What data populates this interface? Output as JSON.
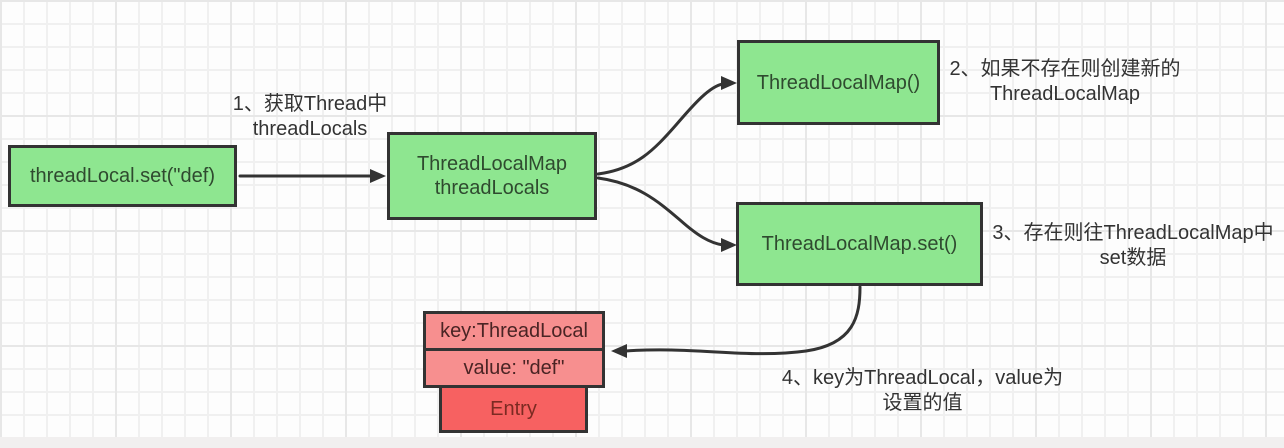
{
  "diagram": {
    "title": "ThreadLocal set flow diagram",
    "nodes": {
      "start": {
        "label": "threadLocal.set(\"def)"
      },
      "threadlocals": {
        "line1": "ThreadLocalMap",
        "line2": "threadLocals"
      },
      "newmap": {
        "label": "ThreadLocalMap()"
      },
      "mapset": {
        "label": "ThreadLocalMap.set()"
      },
      "entry_key": {
        "label": "key:ThreadLocal"
      },
      "entry_value": {
        "label": "value: \"def\""
      },
      "entry": {
        "label": "Entry"
      }
    },
    "annotations": {
      "step1": {
        "line1": "1、获取Thread中",
        "line2": "threadLocals"
      },
      "step2": {
        "line1": "2、如果不存在则创建新的",
        "line2": "ThreadLocalMap"
      },
      "step3": {
        "line1": "3、存在则往ThreadLocalMap中",
        "line2": "set数据"
      },
      "step4": {
        "line1": "4、key为ThreadLocal，value为",
        "line2": "设置的值"
      }
    },
    "colors": {
      "node_green": "#8ee690",
      "node_pink": "#f78f8f",
      "node_red": "#f76161",
      "border": "#333333",
      "arrow": "#333333",
      "grid_line": "#ececec",
      "background": "#fdfdfd"
    },
    "icons": {
      "arrow_start_to_map": "right-arrow",
      "arrow_map_to_newmap": "curved-right-arrow",
      "arrow_map_to_set": "curved-right-arrow",
      "arrow_set_to_entry": "curved-left-arrow"
    }
  }
}
